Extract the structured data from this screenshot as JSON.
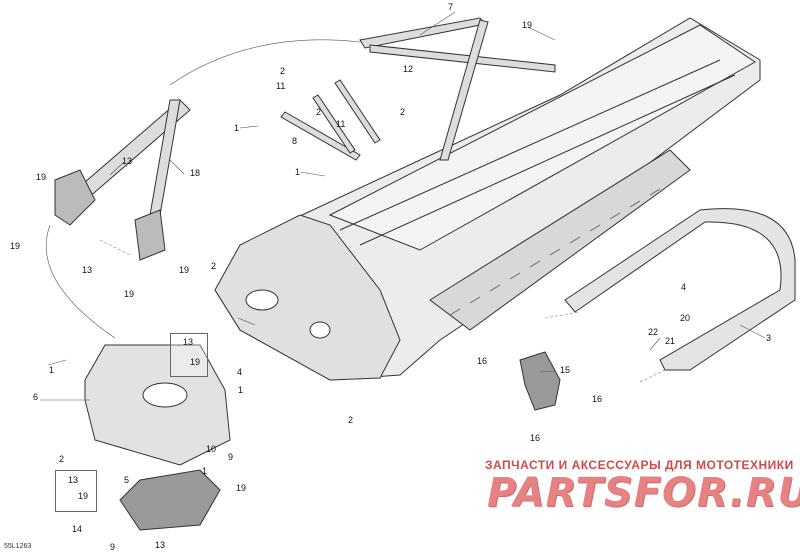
{
  "watermark": {
    "tagline": "ЗАПЧАСТИ И АКСЕССУАРЫ ДЛЯ МОТОТЕХНИКИ",
    "logo": "PARTSFOR.RU"
  },
  "diagram_code": "55L1263",
  "callouts": [
    "1",
    "2",
    "3",
    "4",
    "5",
    "6",
    "7",
    "8",
    "9",
    "10",
    "11",
    "12",
    "13",
    "14",
    "15",
    "16",
    "18",
    "19",
    "20",
    "21",
    "22"
  ],
  "colors": {
    "line": "#333333",
    "part_fill": "#e6e6e6",
    "dark": "#555555",
    "watermark": "#e58383"
  }
}
